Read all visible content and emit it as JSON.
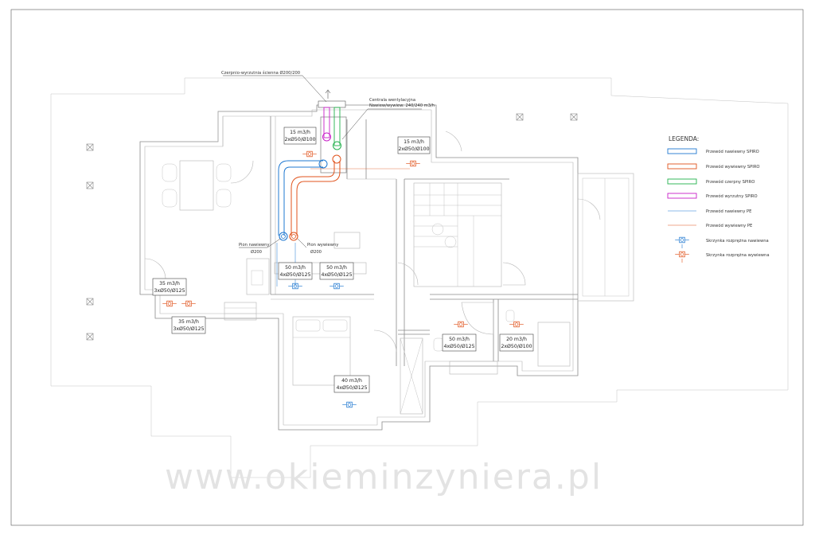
{
  "labels": {
    "wall_grille": "Czerpnio-wyrzutnia ścienna Ø200/200",
    "ahu_line1": "Centrala wentylacyjna",
    "ahu_line2": "Nawiew/wywiew: 240/240 m3/h",
    "riser_supply_line1": "Pion nawiewny",
    "riser_supply_line2": "Ø200",
    "riser_exhaust_line1": "Pion wywiewny",
    "riser_exhaust_line2": "Ø200"
  },
  "flow_boxes": [
    {
      "rate": "15 m3/h",
      "spec": "2xØ50/Ø100"
    },
    {
      "rate": "15 m3/h",
      "spec": "2xØ50/Ø100"
    },
    {
      "rate": "50 m3/h",
      "spec": "4xØ50/Ø125"
    },
    {
      "rate": "50 m3/h",
      "spec": "4xØ50/Ø125"
    },
    {
      "rate": "35 m3/h",
      "spec": "3xØ50/Ø125"
    },
    {
      "rate": "35 m3/h",
      "spec": "3xØ50/Ø125"
    },
    {
      "rate": "50 m3/h",
      "spec": "4xØ50/Ø125"
    },
    {
      "rate": "20 m3/h",
      "spec": "2xØ50/Ø100"
    },
    {
      "rate": "40 m3/h",
      "spec": "4xØ50/Ø125"
    }
  ],
  "legend": {
    "title": "LEGENDA:",
    "items": [
      {
        "label": "Przewód nawiewny SPIRO",
        "color": "#1f78d1",
        "kind": "rect"
      },
      {
        "label": "Przewód wywiewny SPIRO",
        "color": "#e0531c",
        "kind": "rect"
      },
      {
        "label": "Przewód czerpny SPIRO",
        "color": "#22b14c",
        "kind": "rect"
      },
      {
        "label": "Przewód wyrzutny SPIRO",
        "color": "#c81ec8",
        "kind": "rect"
      },
      {
        "label": "Przewód nawiewny PE",
        "color": "#1f78d1",
        "kind": "line"
      },
      {
        "label": "Przewód wywiewny PE",
        "color": "#e0531c",
        "kind": "line"
      },
      {
        "label": "Skrzynka rozprężna nawiewna",
        "color": "#1f78d1",
        "kind": "box"
      },
      {
        "label": "Skrzynka rozprężna wywiewna",
        "color": "#e0531c",
        "kind": "box"
      }
    ]
  },
  "watermark": "www.okieminzyniera.pl",
  "colors": {
    "supply": "#1f78d1",
    "exhaust": "#e0531c",
    "intake": "#22b14c",
    "discharge": "#c81ec8"
  }
}
